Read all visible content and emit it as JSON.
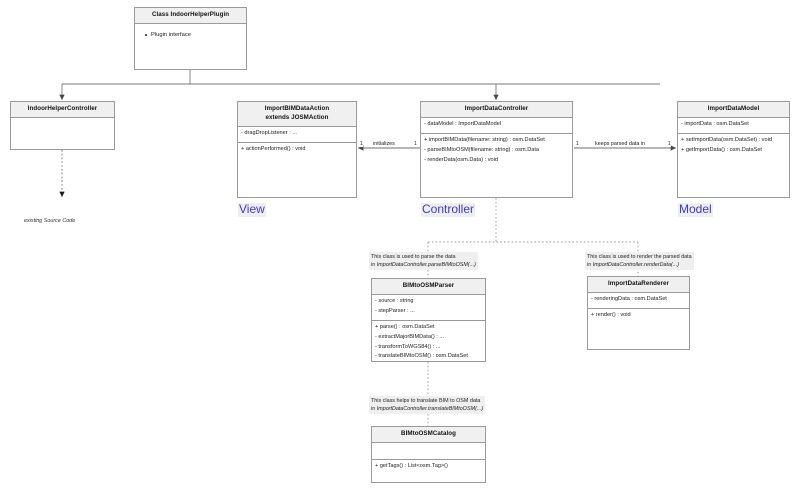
{
  "diagram": {
    "title_class": "Class IndoorHelperPlugin",
    "plugin_bullet": "Plugin interface",
    "classes": {
      "indoor_helper_controller": {
        "name": "IndoorHelperController",
        "attributes": [],
        "methods": []
      },
      "import_bim_data_action": {
        "name_line1": "ImportBIMDataAction",
        "name_line2": "extends JOSMAction",
        "attributes": [
          "- dragDropListener : ..."
        ],
        "methods": [
          "+ actionPerformed() : void"
        ]
      },
      "import_data_controller": {
        "name": "ImportDataController",
        "attributes": [
          "- dataModel : ImportDataModel"
        ],
        "methods": [
          "+ importBIMData(filename: string) : osm.DataSet",
          "- parseBIMtoOSM(filename: string) : osm.Data",
          "- renderData(osm.Data) : void"
        ]
      },
      "import_data_model": {
        "name": "ImportDataModel",
        "attributes": [
          "- importData : osm.DataSet"
        ],
        "methods": [
          "+ setImportData(osm.DataSet) : void",
          "+ getImportData() : osm.DataSet"
        ]
      },
      "bim_to_osm_parser": {
        "name": "BIMtoOSMParser",
        "attributes": [
          "- source : string",
          "- stepParser : ..."
        ],
        "methods": [
          "+ parse() : osm.DataSet",
          "- extractMajorBIMData() : ...",
          "- transformToWGS84() : ...",
          "- translateBIMtoOSM() : osm.DataSet"
        ]
      },
      "import_data_renderer": {
        "name": "ImportDataRenderer",
        "attributes": [
          "- renderingData : osm.DataSet"
        ],
        "methods": [
          "+ render() : void"
        ]
      },
      "bim_to_osm_catalog": {
        "name": "BIMtoOSMCatalog",
        "attributes": [],
        "methods": [
          "+ getTags() : List<osm.Tag>()"
        ]
      }
    },
    "stereotypes": {
      "view": "View",
      "controller": "Controller",
      "model": "Model"
    },
    "relations": {
      "initializes_label": "initializes",
      "initializes_source_mult": "1",
      "initializes_target_mult": "1",
      "keeps_label": "keeps parsed data in",
      "keeps_source_mult": "1",
      "keeps_target_mult": "1"
    },
    "notes": {
      "parser_note_line1": "This class is used to parse the data",
      "parser_note_line2_prefix": "in ",
      "parser_note_line2_italic": "ImportDataController.parseBIMtoOSM(...)",
      "renderer_note_line1": "This class is used to render the parsed data",
      "renderer_note_line2_prefix": "in ",
      "renderer_note_line2_italic": "ImportDataController.renderData(...)",
      "catalog_note_line1": "This class helps to translate BIM to OSM data",
      "catalog_note_line2_prefix": "in ",
      "catalog_note_line2_italic": "ImportDataController.translateBIMtoOSM(...)"
    },
    "existing_source_code_label": "existing Source Code",
    "colors": {
      "stereotype_text": "#3a3ad0",
      "stereotype_bg": "#eeeeee",
      "box_border": "#9a9a9a",
      "header_fill": "#f0f0f0",
      "note_fill": "#efefef"
    }
  }
}
